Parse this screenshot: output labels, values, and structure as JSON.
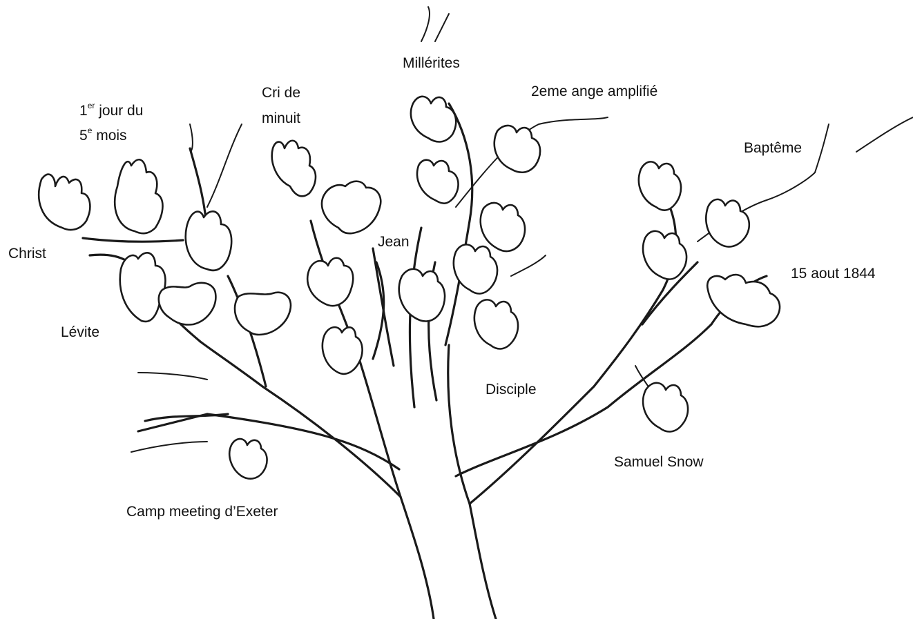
{
  "labels": {
    "millerites": "Millérites",
    "second_angel": "2eme ange amplifié",
    "midnight_cry_line1": "Cri de",
    "midnight_cry_line2": "minuit",
    "first_day_num": "1",
    "first_day_sup": "er",
    "first_day_rest": " jour du",
    "fifth_month_num": "5",
    "fifth_month_sup": "e",
    "fifth_month_rest": " mois",
    "baptism": "Baptême",
    "christ": "Christ",
    "jean": "Jean",
    "date_1844": "15 aout 1844",
    "levite": "Lévite",
    "disciple": "Disciple",
    "samuel_snow": "Samuel Snow",
    "camp_meeting": "Camp meeting d’Exeter"
  },
  "style": {
    "stroke_color": "#1a1a1a",
    "background": "#ffffff"
  }
}
